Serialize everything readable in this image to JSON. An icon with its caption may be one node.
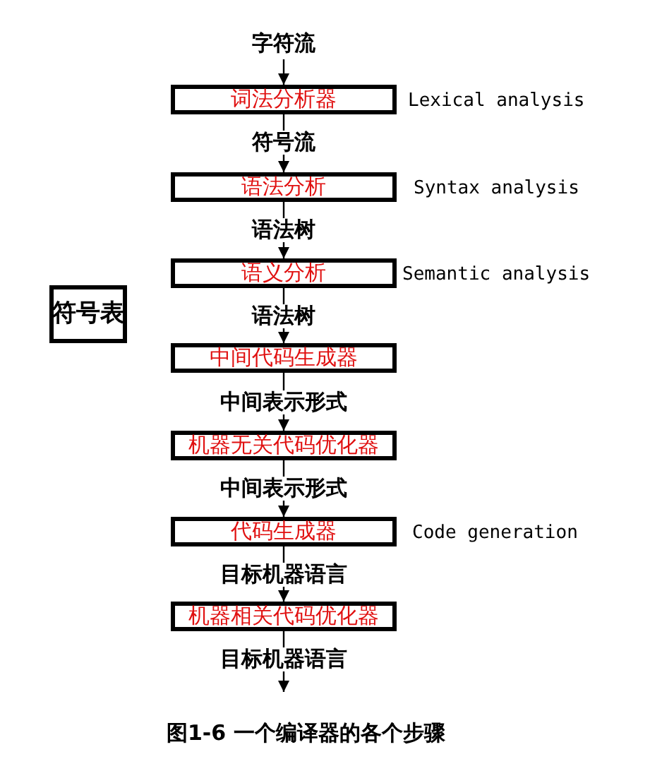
{
  "diagram": {
    "caption": "图1-6 一个编译器的各个步骤",
    "nodes": [
      {
        "text": [
          "词法分析器"
        ],
        "beside": [
          "Lexical analysis"
        ]
      },
      {
        "text": [
          "语法分析"
        ],
        "beside": [
          "Syntax analysis"
        ]
      },
      {
        "text": [
          "语义分析"
        ],
        "beside": [
          "Semantic analysis"
        ]
      },
      {
        "text": [
          "符号表"
        ]
      },
      {
        "text": [
          "中间代码生成器"
        ]
      },
      {
        "text": [
          "机器无关代码优化器"
        ]
      },
      {
        "text": [
          "代码生成器"
        ],
        "beside": [
          "Code generation"
        ]
      },
      {
        "text": [
          "机器相关代码优化器"
        ]
      }
    ],
    "edges": [
      {
        "from": null,
        "to": 0,
        "arrow": "to",
        "label": "字符流"
      },
      {
        "from": 0,
        "to": 1,
        "arrow": "to",
        "label": "符号流"
      },
      {
        "from": 1,
        "to": 2,
        "arrow": "to",
        "label": "语法树"
      },
      {
        "from": 2,
        "to": 4,
        "arrow": "to",
        "label": "语法树"
      },
      {
        "from": 4,
        "to": 5,
        "arrow": "to",
        "label": "中间表示形式"
      },
      {
        "from": 5,
        "to": 6,
        "arrow": "to",
        "label": "中间表示形式"
      },
      {
        "from": 6,
        "to": 7,
        "arrow": "to",
        "label": "目标机器语言"
      },
      {
        "from": 7,
        "to": null,
        "arrow": "to",
        "label": "目标机器语言"
      }
    ]
  }
}
